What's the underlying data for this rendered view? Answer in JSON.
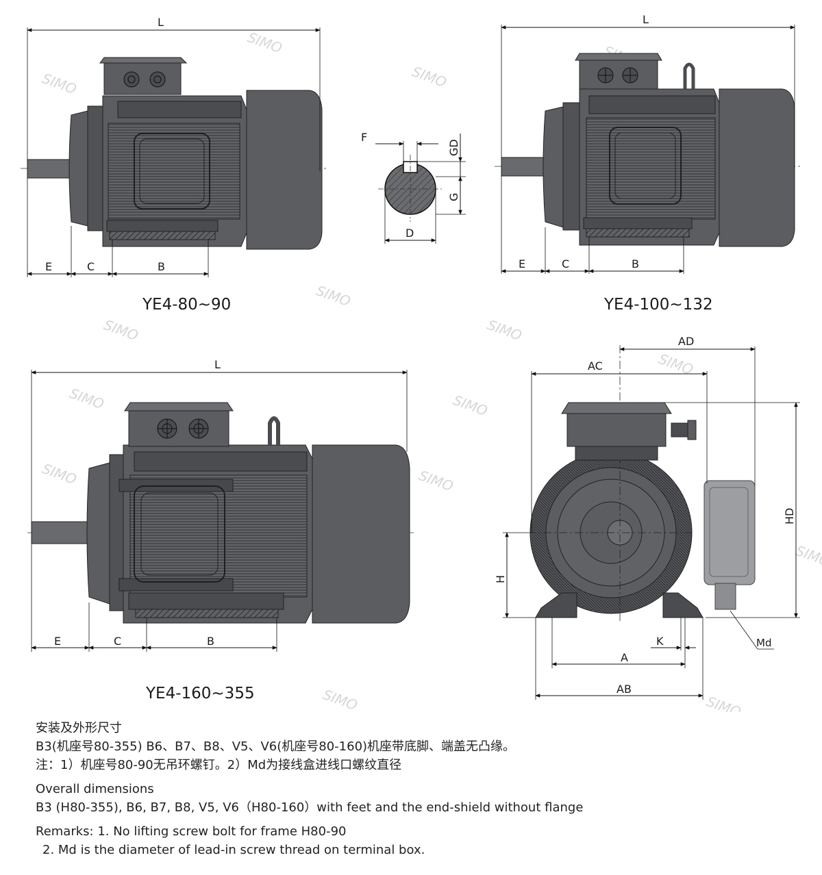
{
  "views": [
    {
      "title": "YE4-80~90",
      "dims": {
        "L": "L",
        "E": "E",
        "C": "C",
        "B": "B"
      }
    },
    {
      "title": "YE4-100~132",
      "dims": {
        "L": "L",
        "E": "E",
        "C": "C",
        "B": "B"
      }
    },
    {
      "title": "YE4-160~355",
      "dims": {
        "L": "L",
        "E": "E",
        "C": "C",
        "B": "B"
      }
    }
  ],
  "shaft": {
    "F": "F",
    "GD": "GD",
    "G": "G",
    "D": "D"
  },
  "end_view": {
    "AD": "AD",
    "AC": "AC",
    "HD": "HD",
    "H": "H",
    "K": "K",
    "A": "A",
    "AB": "AB",
    "Md": "Md"
  },
  "watermark": "SIMO",
  "notes": {
    "cn_title": "安装及外形尺寸",
    "cn_line1": "B3(机座号80-355) B6、B7、B8、V5、V6(机座号80-160)机座带底脚、端盖无凸缘。",
    "cn_line2": "注：1）机座号80-90无吊环螺钉。2）Md为接线盒进线口螺纹直径",
    "en_title": "Overall dimensions",
    "en_line1": "B3 (H80-355), B6, B7, B8, V5, V6（H80-160）with feet and the end-shield without flange",
    "en_remark1": "Remarks: 1. No lifting screw bolt for frame H80-90",
    "en_remark2": "2. Md is the diameter of lead-in screw thread on terminal box."
  },
  "colors": {
    "body": "#5b5d60",
    "body_dark": "#3f4144",
    "body_light": "#6c6e71",
    "line": "#111111",
    "box": "#9c9ea1"
  }
}
